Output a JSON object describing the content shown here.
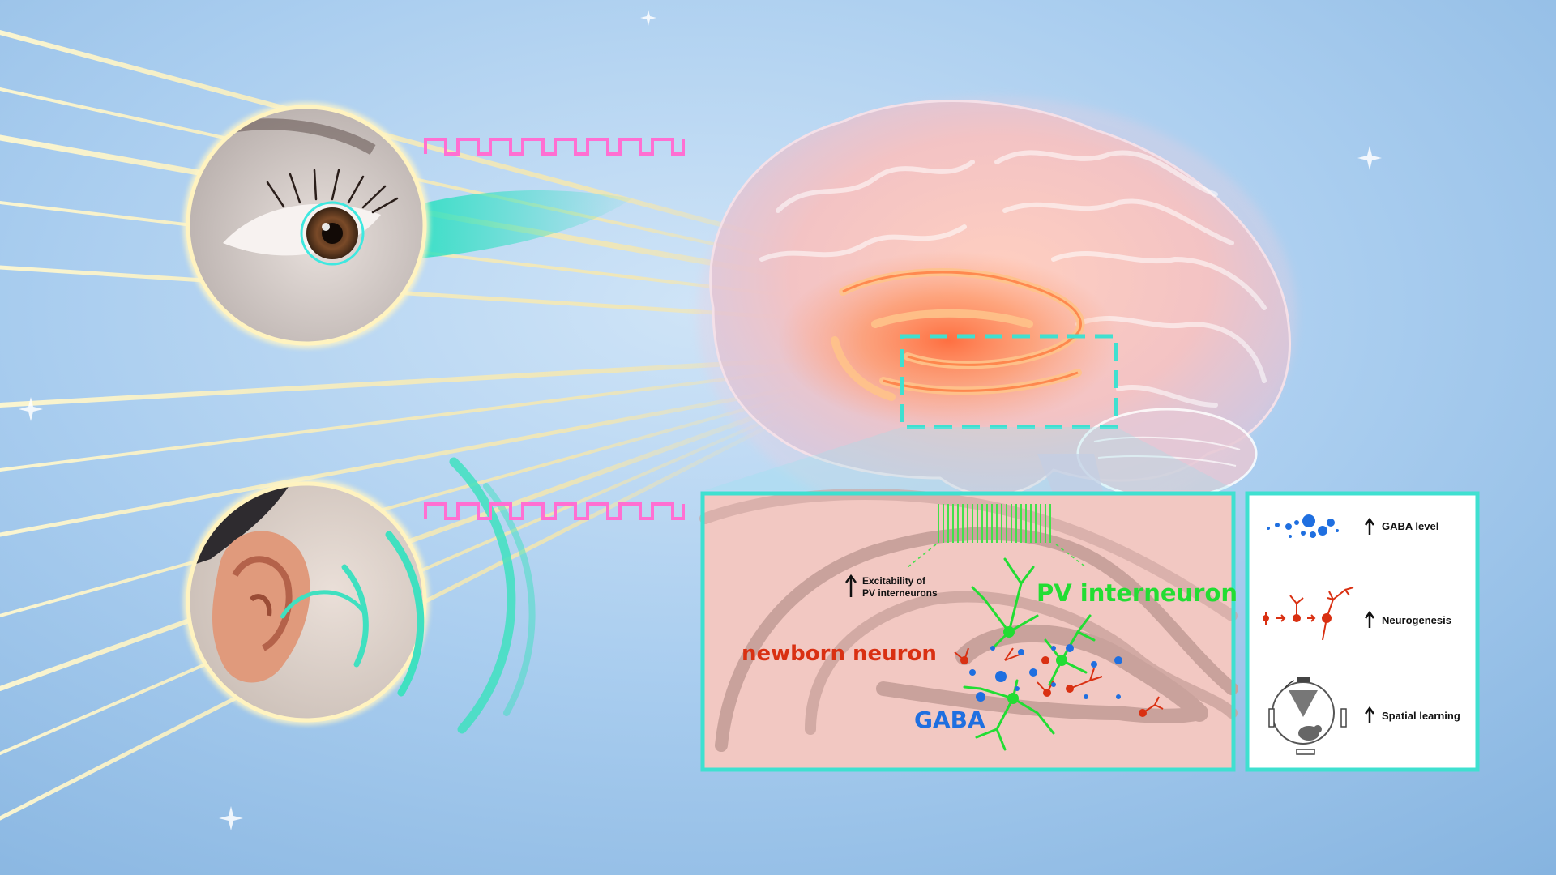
{
  "inset": {
    "excitability_line1": "Excitability of",
    "excitability_line2": "PV interneurons",
    "pv_interneuron": "PV interneuron",
    "newborn_neuron": "newborn neuron",
    "gaba": "GABA"
  },
  "legend": {
    "gaba_level": "GABA level",
    "neurogenesis": "Neurogenesis",
    "spatial_learning": "Spatial learning"
  },
  "colors": {
    "pv_green": "#22dd33",
    "newborn_red": "#d93012",
    "gaba_blue": "#1f6fe0",
    "frame_cyan": "#3fe0d0",
    "pulse_pink": "#ff6fd2"
  }
}
